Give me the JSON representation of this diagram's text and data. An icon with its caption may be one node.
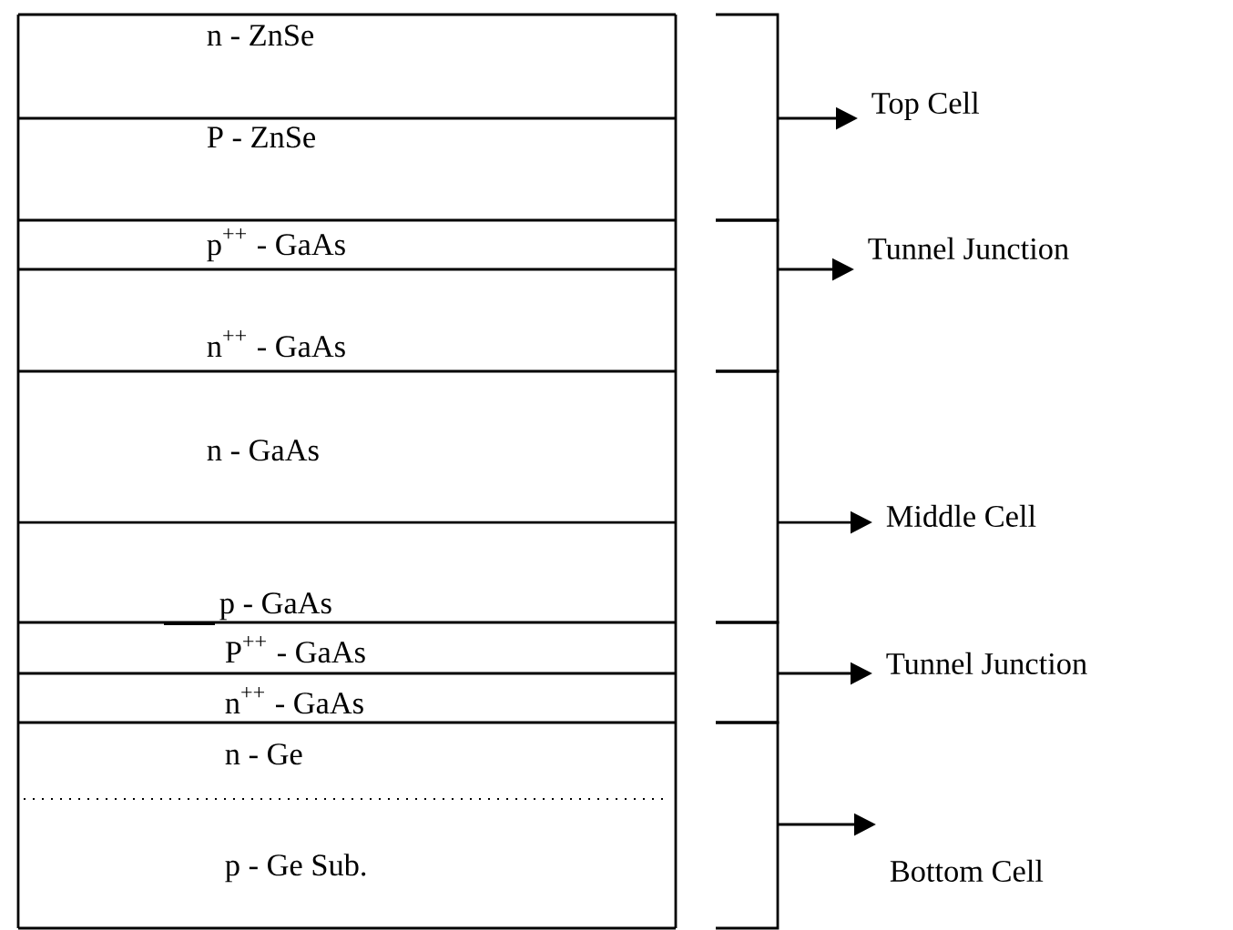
{
  "diagram": {
    "nodes": [
      {
        "text": [
          "n - ZnSe"
        ]
      },
      {
        "text": [
          "P - ZnSe"
        ]
      },
      {
        "text": [
          "p$^{++}$ - GaAs"
        ]
      },
      {
        "text": [
          "n$^{++}$ - GaAs"
        ]
      },
      {
        "text": [
          "n - GaAs"
        ]
      },
      {
        "text": [
          "p - GaAs"
        ]
      },
      {
        "text": [
          "P$^{++}$ - GaAs"
        ]
      },
      {
        "text": [
          "n$^{++}$ - GaAs"
        ]
      },
      {
        "text": [
          "n - Ge"
        ]
      },
      {
        "text": [
          "p - Ge Sub."
        ]
      },
      {
        "text": [
          "Top Cell"
        ]
      },
      {
        "text": [
          "Tunnel Junction"
        ]
      },
      {
        "text": [
          "Middle Cell"
        ]
      },
      {
        "text": [
          "Tunnel Junction"
        ]
      },
      {
        "text": [
          "Bottom Cell"
        ]
      },
      {
        "text": [],
        "shape": "bracket"
      },
      {
        "text": [],
        "shape": "bracket"
      },
      {
        "text": [],
        "shape": "bracket"
      },
      {
        "text": [],
        "shape": "bracket"
      },
      {
        "text": [],
        "shape": "bracket"
      }
    ],
    "edges": [
      {
        "from": 15,
        "to": 10,
        "arrow": "to"
      },
      {
        "from": 16,
        "to": 11,
        "arrow": "to"
      },
      {
        "from": 17,
        "to": 12,
        "arrow": "to"
      },
      {
        "from": 18,
        "to": 13,
        "arrow": "to"
      },
      {
        "from": 19,
        "to": 14,
        "arrow": "to"
      }
    ]
  }
}
